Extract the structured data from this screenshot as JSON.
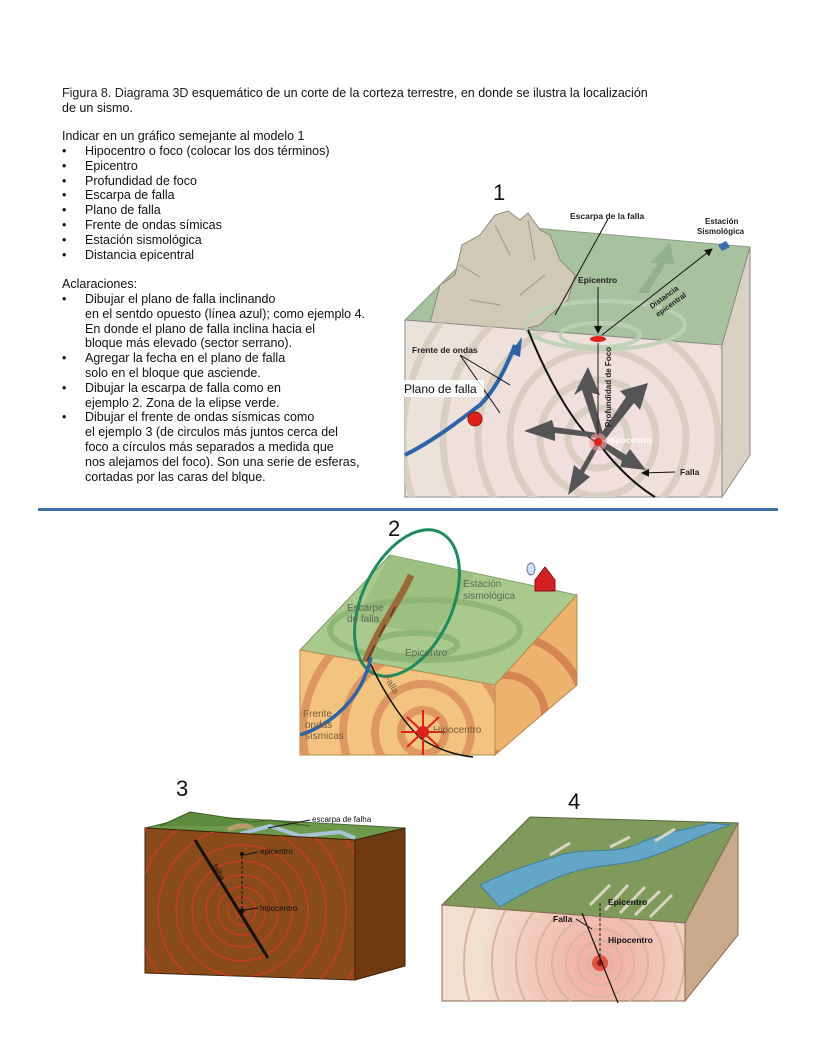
{
  "caption": {
    "prefix": "Figura 8. Diagrama 3D",
    "line1_rest": " esquemático de un corte de la corteza terrestre, en donde se ilustra la localización",
    "line2": "de un sismo."
  },
  "tasks": {
    "intro": "Indicar en un gráfico semejante al modelo 1",
    "items": [
      "Hipocentro o foco (colocar los dos términos)",
      "Epicentro",
      "Profundidad de foco",
      "Escarpa de falla",
      "Plano de falla",
      "Frente de ondas símicas",
      "Estación sismológica",
      "Distancia epicentral"
    ]
  },
  "notes": {
    "title": "Aclaraciones:",
    "items": [
      [
        "Dibujar el plano de falla inclinando",
        "en el sentdo opuesto (línea azul); como ejemplo 4.",
        "En donde el plano de falla  inclina hacia el",
        "bloque más elevado (sector serrano)."
      ],
      [
        "Agregar la fecha en el plano de falla",
        "solo en el bloque que asciende."
      ],
      [
        "Dibujar la escarpa de falla como en",
        "ejemplo 2. Zona de la elipse verde."
      ],
      [
        "Dibujar el frente de ondas sísmicas como",
        "el ejemplo 3 (de circulos más juntos cerca del",
        "foco a círculos más separados a medida que",
        "nos alejamos del foco). Son una serie de esferas,",
        "cortadas por las caras del blque."
      ]
    ]
  },
  "figures": {
    "fig1": {
      "number": "1",
      "labels": {
        "escarpa": "Escarpa de la falla",
        "estacion_1": "Estación",
        "estacion_2": "Sismológica",
        "epicentro": "Epicentro",
        "distancia_1": "Distancia",
        "distancia_2": "epicentral",
        "frente": "Frente de ondas",
        "plano": "Plano de falla",
        "profundidad": "Profundidad de Foco",
        "hipocentro": "Hipocentro",
        "falla": "Falla"
      }
    },
    "fig2": {
      "number": "2",
      "labels": {
        "estacion_1": "Estación",
        "estacion_2": "sismológica",
        "escarpe_1": "Escarpe",
        "escarpe_2": "de falla",
        "epicentro": "Epicentro",
        "falla": "Falla",
        "frente_1": "Frente",
        "frente_2": "ondas",
        "frente_3": "sísmicas",
        "hipocentro": "Hipocentro"
      }
    },
    "fig3": {
      "number": "3",
      "labels": {
        "escarpa": "escarpa de falha",
        "epicentro": "epicentro",
        "falha": "falha",
        "hipocentro": "hipocentro"
      }
    },
    "fig4": {
      "number": "4",
      "labels": {
        "epicentro": "Epicentro",
        "falla": "Falla",
        "hipocentro": "Hipocentro"
      }
    }
  },
  "colors": {
    "divider": "#3d6ea5",
    "fault_blue": "#2e63a8",
    "ellipse_green": "#1f8a5e",
    "focus_red": "#e0201a"
  }
}
